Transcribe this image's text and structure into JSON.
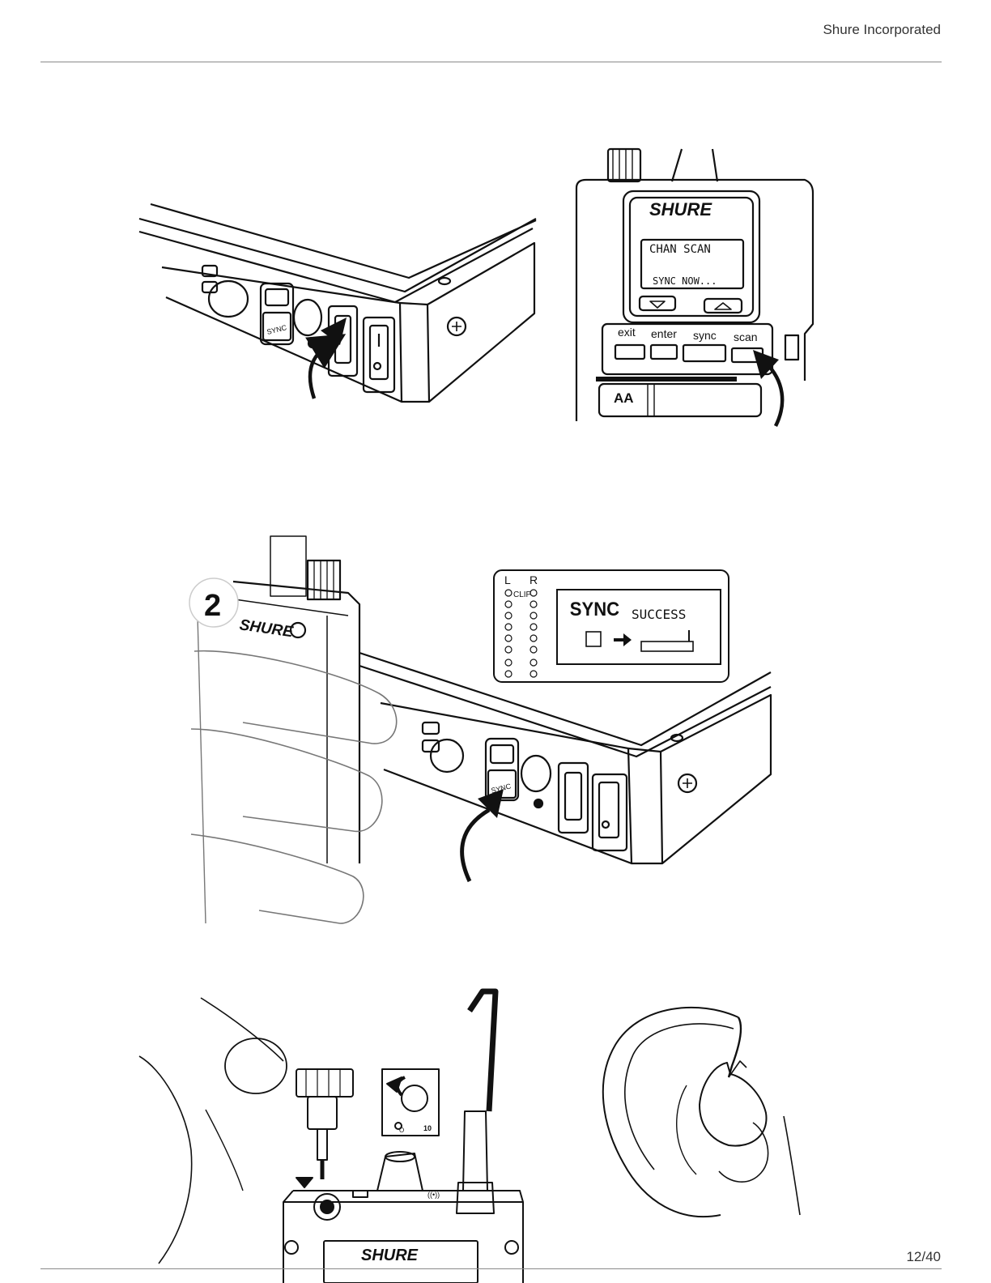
{
  "header": {
    "company": "Shure Incorporated"
  },
  "footer": {
    "page_number": "12/40"
  },
  "figure1": {
    "sync_button_label": "SYNC",
    "bodypack_brand": "SHURE",
    "lcd_line1": "CHAN SCAN",
    "lcd_line2": "SYNC NOW...",
    "keys": [
      "exit",
      "enter",
      "sync",
      "scan"
    ],
    "battery_label": "AA"
  },
  "figure2": {
    "step_number": "2",
    "bodypack_brand": "SHURE",
    "meter_left": "L",
    "meter_right": "R",
    "meter_clip": "CLIP",
    "display_title": "SYNC",
    "display_status": "SUCCESS",
    "sync_button_label": "SYNC"
  },
  "figure3": {
    "volume_max": "10",
    "volume_min": "O",
    "bodypack_brand": "SHURE",
    "antenna_symbol": "((•))"
  }
}
